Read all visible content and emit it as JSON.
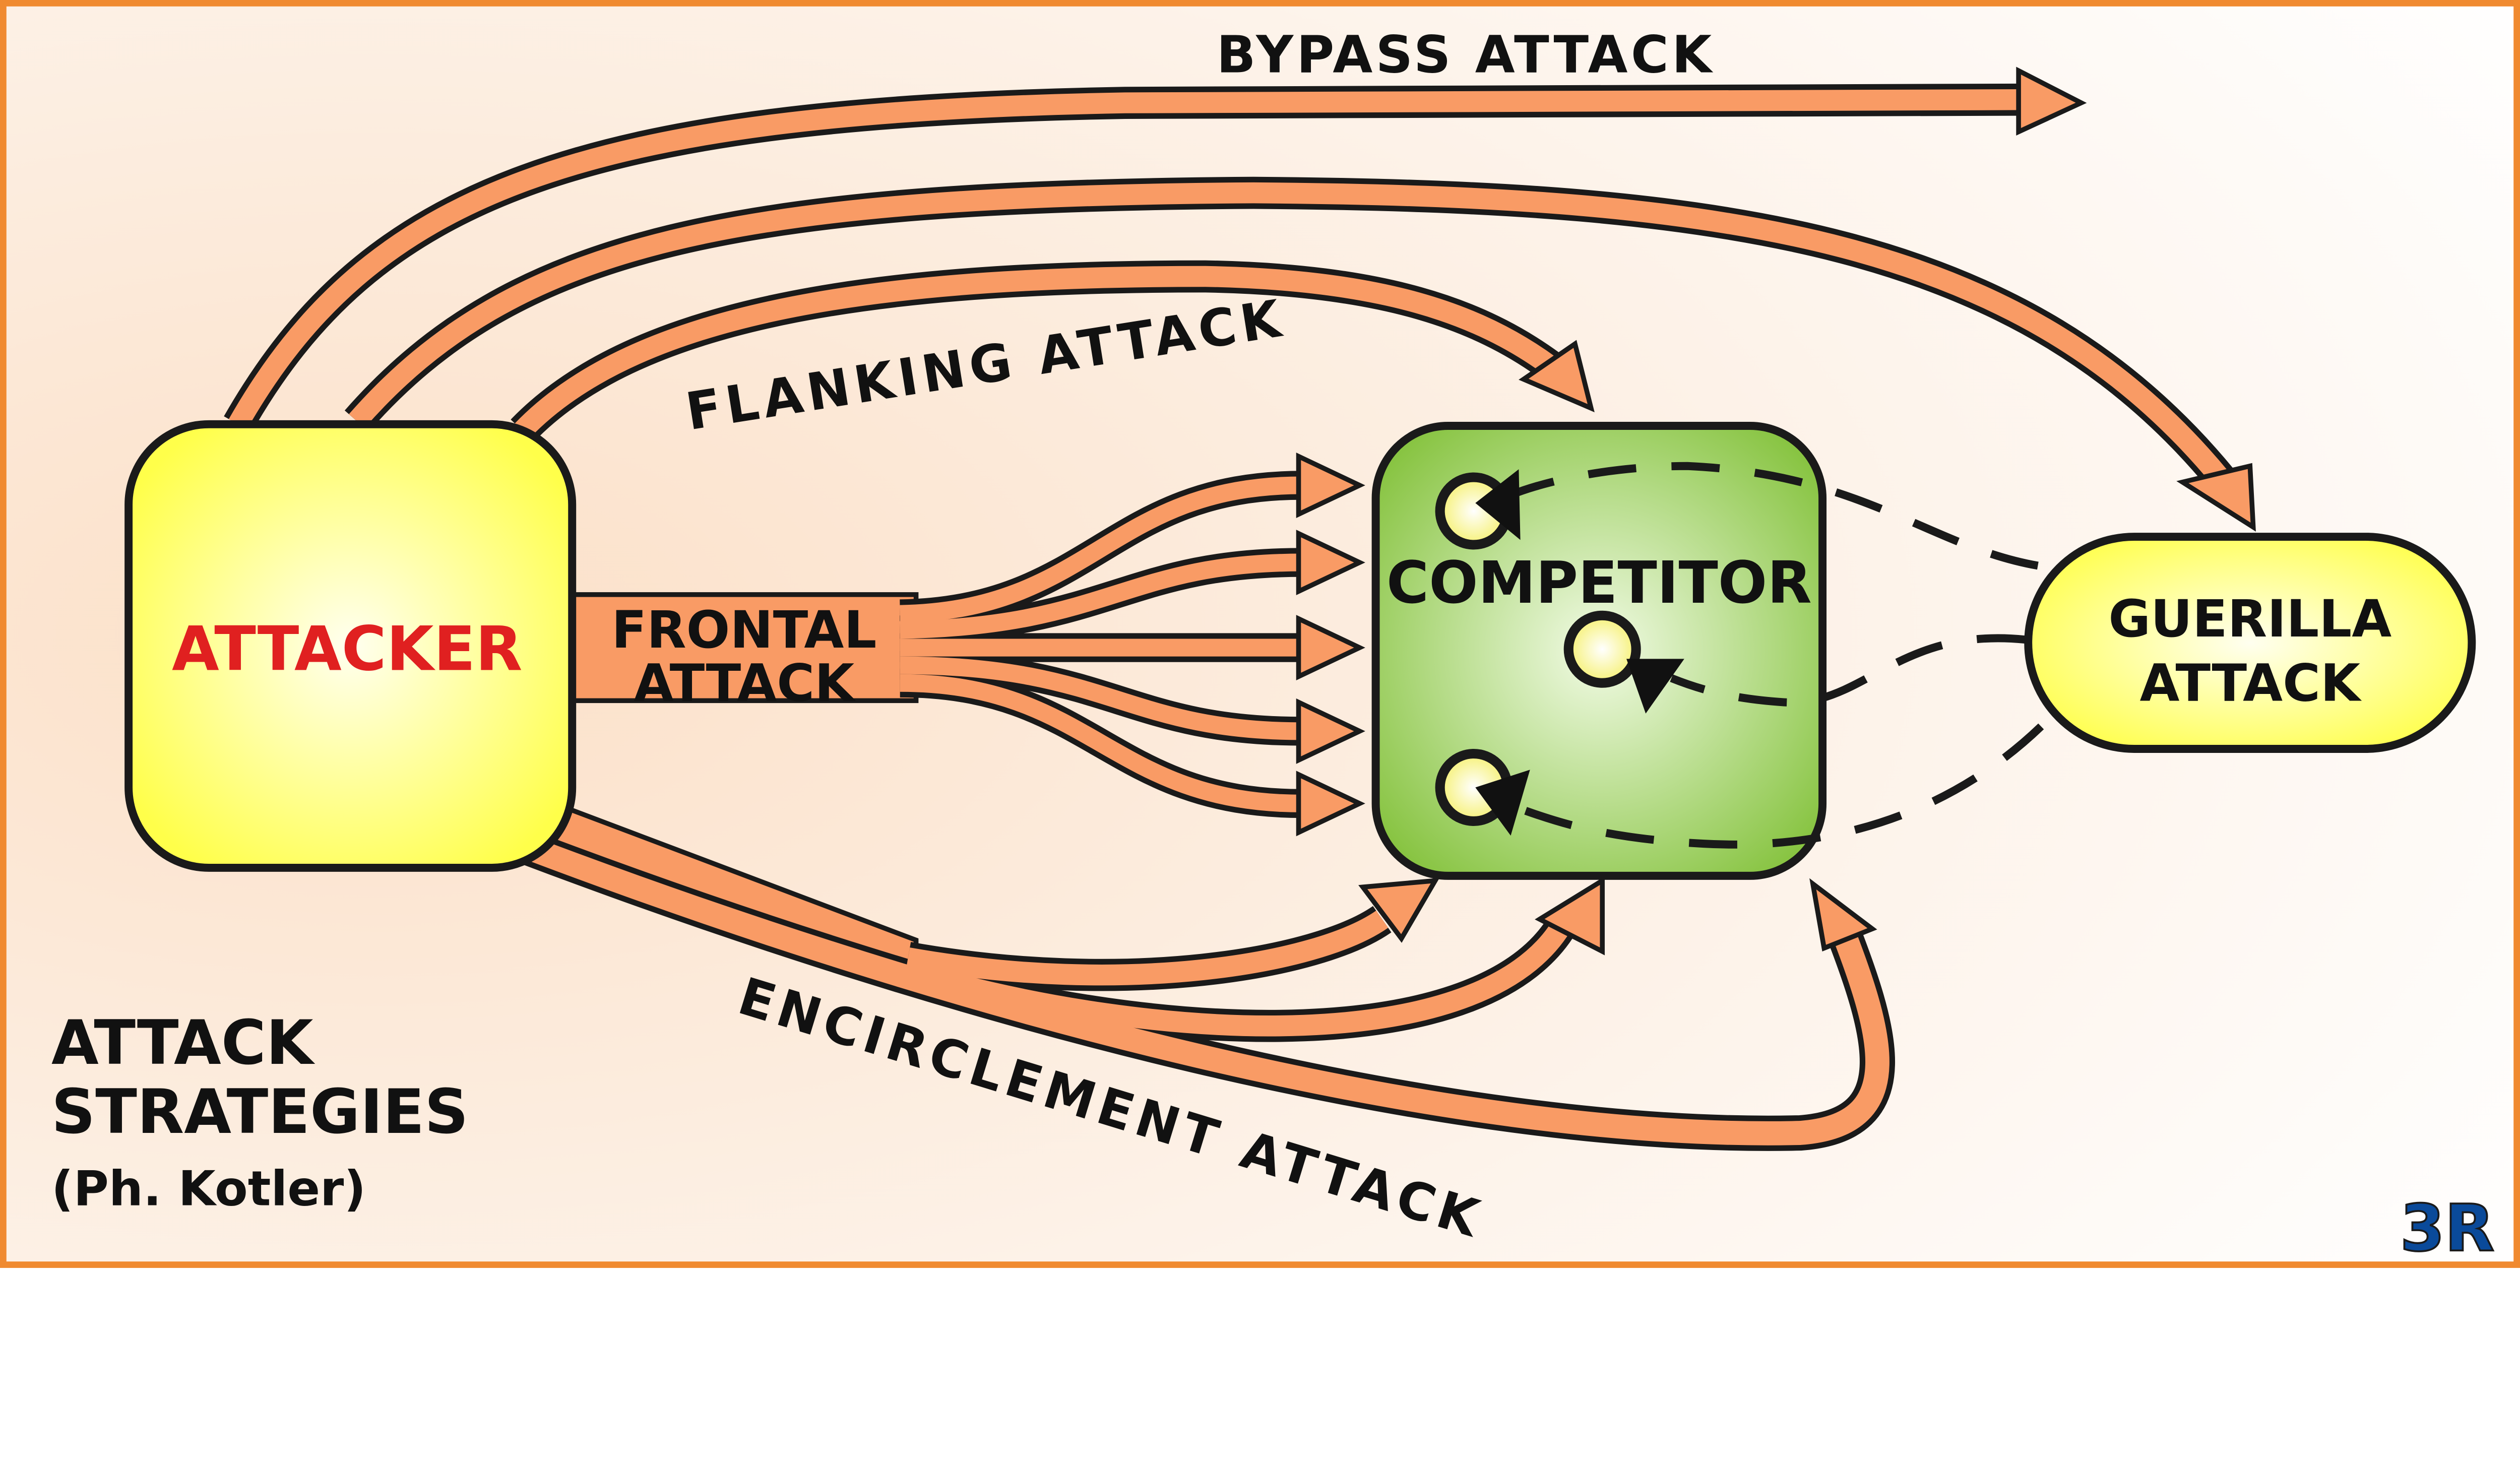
{
  "diagram": {
    "title_line1": "ATTACK",
    "title_line2": "STRATEGIES",
    "subtitle": "(Ph. Kotler)",
    "nodes": {
      "attacker": "ATTACKER",
      "competitor": "COMPETITOR",
      "guerilla_line1": "GUERILLA",
      "guerilla_line2": "ATTACK"
    },
    "labels": {
      "bypass": "BYPASS ATTACK",
      "flanking": "FLANKING ATTACK",
      "frontal_line1": "FRONTAL",
      "frontal_line2": "ATTACK",
      "encirclement": "ENCIRCLEMENT ATTACK"
    },
    "logo": "3R",
    "colors": {
      "arrow": "#f99b65",
      "attacker_fill": "#ffff66",
      "attacker_text": "#e02020",
      "competitor_fill": "#8cc63f",
      "guerilla_fill": "#f5f03a",
      "frame": "#f08a30",
      "logo": "#0a4a9a"
    }
  }
}
